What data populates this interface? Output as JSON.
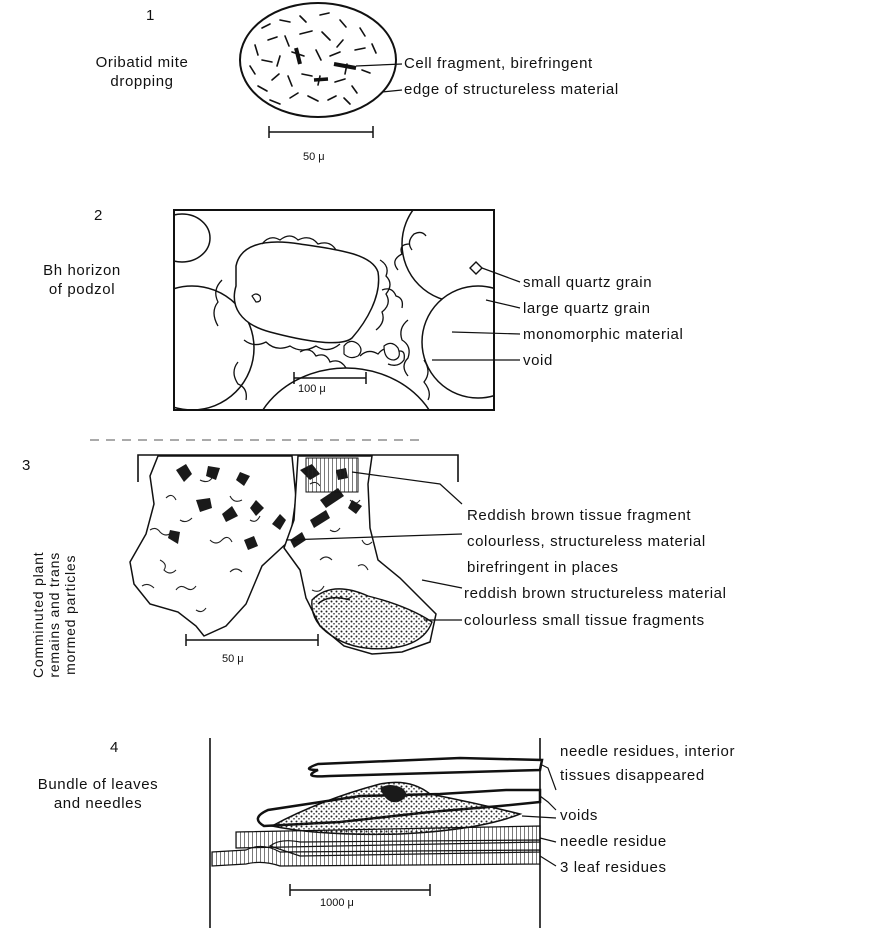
{
  "panels": [
    {
      "number": "1",
      "title_lines": [
        "Oribatid mite",
        "dropping"
      ],
      "annotations": [
        "Cell fragment, birefringent",
        "edge of structureless material"
      ],
      "scale": "50 μ"
    },
    {
      "number": "2",
      "title_lines": [
        "Bh horizon",
        "of podzol"
      ],
      "annotations": [
        "small quartz grain",
        "large quartz grain",
        "monomorphic material",
        "void"
      ],
      "scale": "100 μ"
    },
    {
      "number": "3",
      "title_lines": [
        "Comminuted plant",
        "remains and trans",
        "mormed particles"
      ],
      "annotations": [
        "Reddish brown tissue fragment",
        "colourless, structureless material",
        "birefringent in places",
        "reddish brown structureless material",
        "colourless small tissue fragments"
      ],
      "scale": "50 μ"
    },
    {
      "number": "4",
      "title_lines": [
        "Bundle of leaves",
        "and needles"
      ],
      "annotations": [
        "needle residues, interior",
        "tissues disappeared",
        "voids",
        "needle residue",
        "3 leaf residues"
      ],
      "scale": "1000 μ"
    }
  ]
}
